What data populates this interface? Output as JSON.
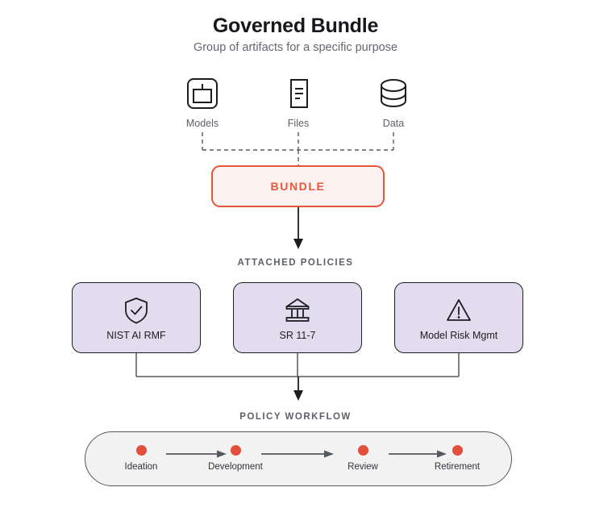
{
  "header": {
    "title": "Governed Bundle",
    "subtitle": "Group of artifacts for a specific purpose"
  },
  "artifacts": [
    {
      "label": "Models",
      "icon": "model-box-icon"
    },
    {
      "label": "Files",
      "icon": "document-icon"
    },
    {
      "label": "Data",
      "icon": "database-cylinder-icon"
    }
  ],
  "bundle": {
    "label": "BUNDLE",
    "border_color": "#e8563a",
    "fill_color": "#fdf2ef",
    "text_color": "#e8563a"
  },
  "sections": {
    "policies_caption": "ATTACHED POLICIES",
    "workflow_caption": "POLICY WORKFLOW"
  },
  "policies": [
    {
      "label": "NIST AI RMF",
      "icon": "shield-check-icon"
    },
    {
      "label": "SR 11-7",
      "icon": "bank-institution-icon"
    },
    {
      "label": "Model Risk Mgmt",
      "icon": "warning-triangle-icon"
    }
  ],
  "policy_style": {
    "fill_color": "#e3dbee",
    "border_color": "#1c1d21"
  },
  "workflow": {
    "stages": [
      {
        "label": "Ideation"
      },
      {
        "label": "Development"
      },
      {
        "label": "Review"
      },
      {
        "label": "Retirement"
      }
    ],
    "dot_color": "#e2503c",
    "pill_fill": "#f2f2f3",
    "pill_border": "#55585e"
  },
  "connectors": {
    "artifact_to_bundle_style": "dashed",
    "bundle_to_policies_style": "solid-arrow",
    "policies_to_workflow_style": "solid-arrow"
  }
}
